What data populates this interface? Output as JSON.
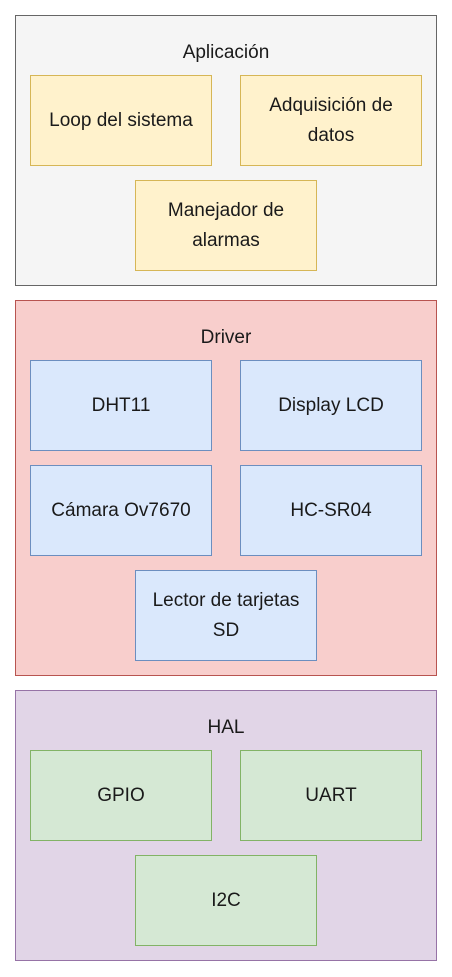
{
  "layers": [
    {
      "title": "Aplicación",
      "boxes": [
        "Loop del sistema",
        "Adquisición de datos",
        "Manejador de alarmas"
      ]
    },
    {
      "title": "Driver",
      "boxes": [
        "DHT11",
        "Display LCD",
        "Cámara Ov7670",
        "HC-SR04",
        "Lector de tarjetas SD"
      ]
    },
    {
      "title": "HAL",
      "boxes": [
        "GPIO",
        "UART",
        "I2C"
      ]
    }
  ],
  "colors": {
    "application_fill": "#f5f5f5",
    "application_border": "#666666",
    "application_box_fill": "#fff2cc",
    "application_box_border": "#d6b656",
    "driver_fill": "#f8cecc",
    "driver_border": "#b85450",
    "driver_box_fill": "#dae8fc",
    "driver_box_border": "#6c8ebf",
    "hal_fill": "#e1d5e7",
    "hal_border": "#9673a6",
    "hal_box_fill": "#d5e8d4",
    "hal_box_border": "#82b366"
  }
}
